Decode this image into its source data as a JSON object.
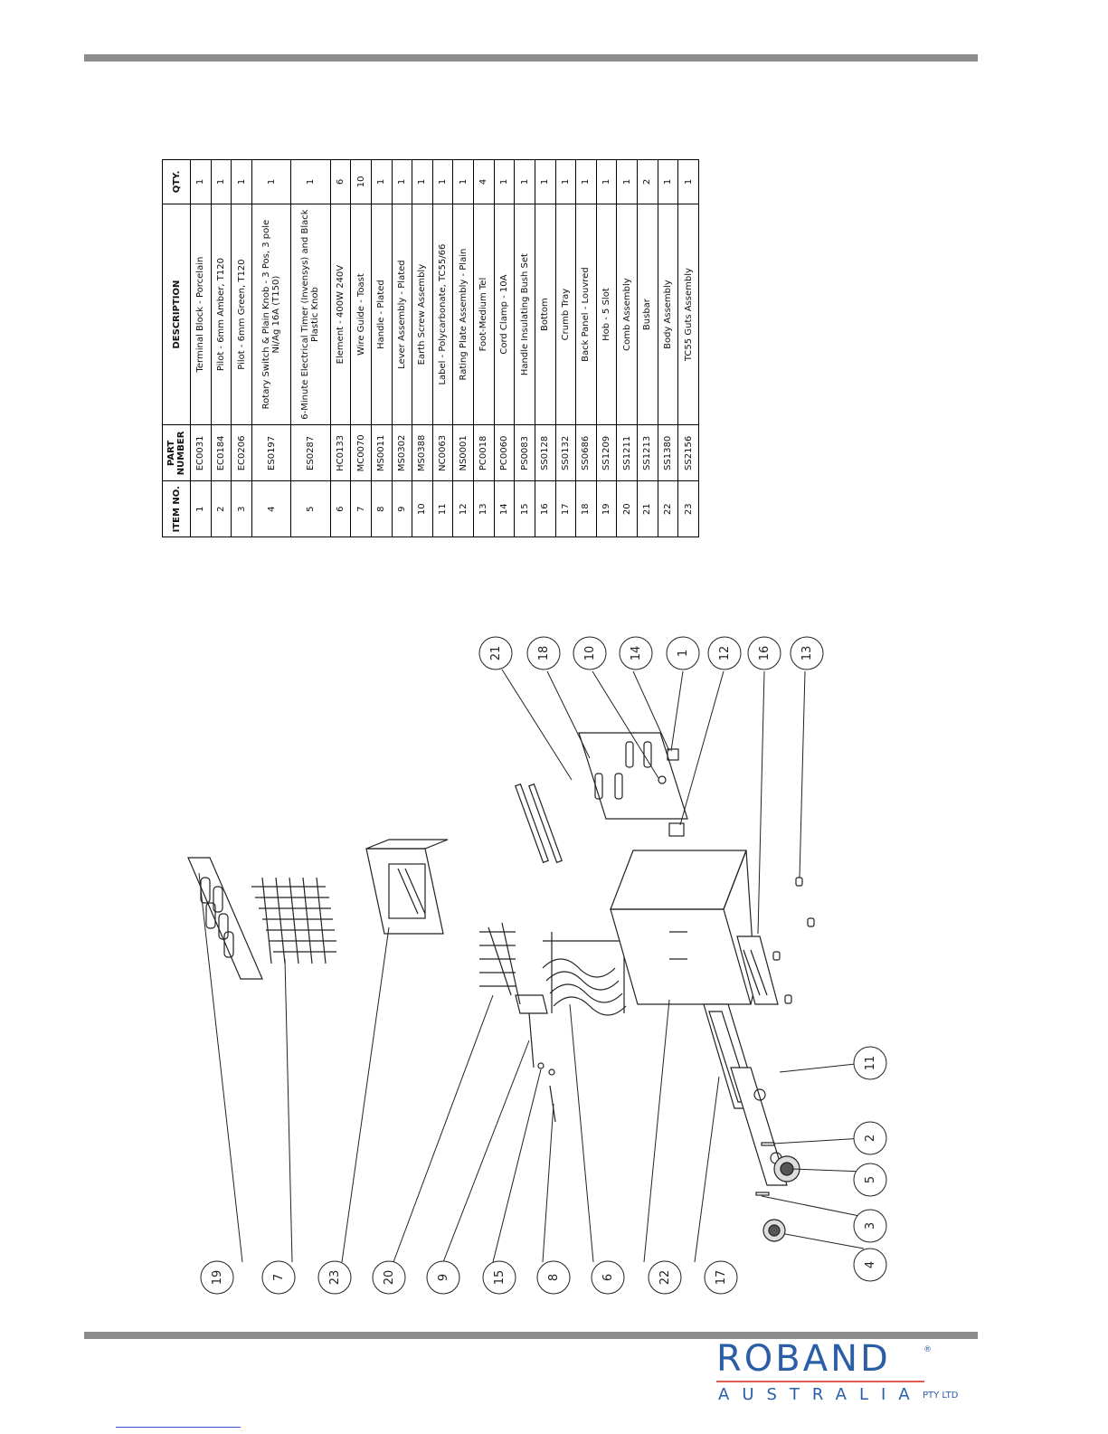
{
  "table": {
    "headers": {
      "item": "ITEM NO.",
      "part": "PART NUMBER",
      "description": "DESCRIPTION",
      "qty": "QTY."
    },
    "rows": [
      {
        "item": "1",
        "part": "EC0031",
        "description": "Terminal Block - Porcelain",
        "qty": "1"
      },
      {
        "item": "2",
        "part": "EC0184",
        "description": "Pilot - 6mm Amber, T120",
        "qty": "1"
      },
      {
        "item": "3",
        "part": "EC0206",
        "description": "Pilot - 6mm Green, T120",
        "qty": "1"
      },
      {
        "item": "4",
        "part": "ES0197",
        "description": "Rotary Switch & Plain Knob - 3 Pos, 3 pole Ni/Ag 16A (T150)",
        "qty": "1"
      },
      {
        "item": "5",
        "part": "ES0287",
        "description": "6-Minute Electrical Timer (Invensys) and Black Plastic Knob",
        "qty": "1"
      },
      {
        "item": "6",
        "part": "HC0133",
        "description": "Element - 400W 240V",
        "qty": "6"
      },
      {
        "item": "7",
        "part": "MC0070",
        "description": "Wire Guide - Toast",
        "qty": "10"
      },
      {
        "item": "8",
        "part": "MS0011",
        "description": "Handle - Plated",
        "qty": "1"
      },
      {
        "item": "9",
        "part": "MS0302",
        "description": "Lever Assembly - Plated",
        "qty": "1"
      },
      {
        "item": "10",
        "part": "MS0388",
        "description": "Earth Screw Assembly",
        "qty": "1"
      },
      {
        "item": "11",
        "part": "NC0063",
        "description": "Label - Polycarbonate, TC55/66",
        "qty": "1"
      },
      {
        "item": "12",
        "part": "NS0001",
        "description": "Rating Plate Assembly - Plain",
        "qty": "1"
      },
      {
        "item": "13",
        "part": "PC0018",
        "description": "Foot-Medium Tel",
        "qty": "4"
      },
      {
        "item": "14",
        "part": "PC0060",
        "description": "Cord Clamp - 10A",
        "qty": "1"
      },
      {
        "item": "15",
        "part": "PS0083",
        "description": "Handle Insulating Bush Set",
        "qty": "1"
      },
      {
        "item": "16",
        "part": "SS0128",
        "description": "Bottom",
        "qty": "1"
      },
      {
        "item": "17",
        "part": "SS0132",
        "description": "Crumb Tray",
        "qty": "1"
      },
      {
        "item": "18",
        "part": "SS0686",
        "description": "Back Panel - Louvred",
        "qty": "1"
      },
      {
        "item": "19",
        "part": "SS1209",
        "description": "Hob - 5 Slot",
        "qty": "1"
      },
      {
        "item": "20",
        "part": "SS1211",
        "description": "Comb Assembly",
        "qty": "1"
      },
      {
        "item": "21",
        "part": "SS1213",
        "description": "Busbar",
        "qty": "2"
      },
      {
        "item": "22",
        "part": "SS1380",
        "description": "Body Assembly",
        "qty": "1"
      },
      {
        "item": "23",
        "part": "SS2156",
        "description": "TC55 Guts Assembly",
        "qty": "1"
      }
    ]
  },
  "diagram": {
    "callouts_left": [
      "19",
      "7",
      "23",
      "20",
      "9",
      "15",
      "8",
      "6",
      "22",
      "17"
    ],
    "callouts_top": [
      "21",
      "18",
      "10",
      "14",
      "1",
      "12",
      "16",
      "13"
    ],
    "callouts_bottom": [
      "11",
      "2",
      "5",
      "3",
      "4"
    ]
  },
  "logo": {
    "brand": "ROBAND",
    "registered": "®",
    "country": "AUSTRALIA",
    "suffix": "PTY LTD"
  },
  "colors": {
    "rule": "#8c8c8c",
    "brand": "#2a5fa8",
    "brand_line": "#e05a4f"
  }
}
